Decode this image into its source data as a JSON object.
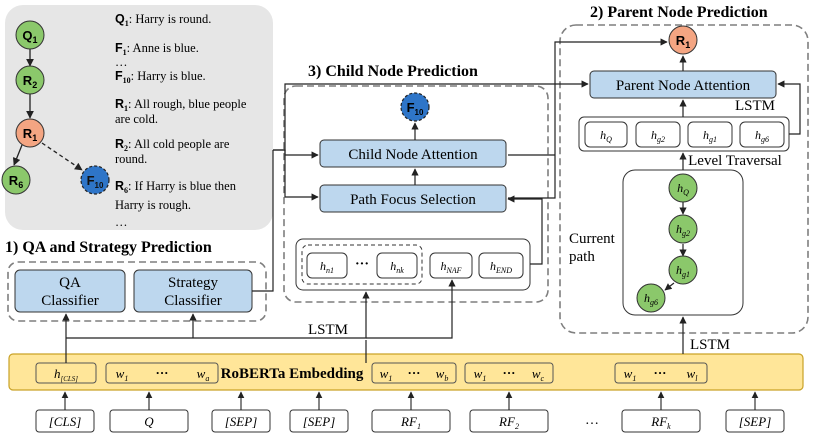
{
  "context": {
    "nodes": [
      {
        "id": "q1",
        "main": "Q",
        "sub": "1",
        "color": "#8bc86b"
      },
      {
        "id": "r2",
        "main": "R",
        "sub": "2",
        "color": "#8bc86b"
      },
      {
        "id": "r1",
        "main": "R",
        "sub": "1",
        "color": "#f4a582"
      },
      {
        "id": "r6",
        "main": "R",
        "sub": "6",
        "color": "#8bc86b"
      },
      {
        "id": "f10",
        "main": "F",
        "sub": "10",
        "color": "#2e75c8"
      }
    ],
    "sentences": [
      {
        "id": "s-q1",
        "main": "Q",
        "sub": "1",
        "text": ": Harry is round."
      },
      {
        "id": "s-f1",
        "main": "F",
        "sub": "1",
        "text": ": Anne is blue."
      },
      {
        "id": "s-dots1",
        "main": "…",
        "sub": "",
        "text": ""
      },
      {
        "id": "s-f10",
        "main": "F",
        "sub": "10",
        "text": ": Harry is blue."
      },
      {
        "id": "s-r1a",
        "main": "R",
        "sub": "1",
        "text": ": All rough, blue people"
      },
      {
        "id": "s-r1b",
        "main": "",
        "sub": "",
        "text": "are cold."
      },
      {
        "id": "s-r2a",
        "main": "R",
        "sub": "2",
        "text": ": All cold people are"
      },
      {
        "id": "s-r2b",
        "main": "",
        "sub": "",
        "text": "round."
      },
      {
        "id": "s-r6a",
        "main": "R",
        "sub": "6",
        "text": ": If Harry is blue then"
      },
      {
        "id": "s-r6b",
        "main": "",
        "sub": "",
        "text": "Harry is rough."
      },
      {
        "id": "s-dots2",
        "main": "…",
        "sub": "",
        "text": ""
      }
    ]
  },
  "titles": {
    "qa": "1) QA and Strategy Prediction",
    "parent": "2) Parent Node Prediction",
    "child": "3) Child Node Prediction"
  },
  "modules": {
    "qa_classifier": [
      "QA",
      "Classifier"
    ],
    "strategy_classifier": [
      "Strategy",
      "Classifier"
    ],
    "child_node_attention": "Child Node Attention",
    "path_focus_selection": "Path Focus Selection",
    "parent_node_attention": "Parent Node Attention",
    "roberta_embedding": "RoBERTa Embedding"
  },
  "labels": {
    "lstm_left": "LSTM",
    "lstm_parent": "LSTM",
    "lstm_bottom": "LSTM",
    "level_traversal": "Level Traversal",
    "current_path": [
      "Current",
      "path"
    ],
    "f10_out": {
      "main": "F",
      "sub": "10"
    },
    "r1_out": {
      "main": "R",
      "sub": "1"
    },
    "dots": "···",
    "ellipsis": "…"
  },
  "child_states": [
    {
      "id": "hn1",
      "main": "h",
      "sub": "n1"
    },
    {
      "id": "hnk",
      "main": "h",
      "sub": "nk"
    },
    {
      "id": "hnaf",
      "main": "h",
      "sub": "NAF"
    },
    {
      "id": "hend",
      "main": "h",
      "sub": "END"
    }
  ],
  "level_states": [
    {
      "id": "lv-hq",
      "main": "h",
      "sub": "Q"
    },
    {
      "id": "lv-hg2",
      "main": "h",
      "sub": "g2"
    },
    {
      "id": "lv-hg1",
      "main": "h",
      "sub": "g1"
    },
    {
      "id": "lv-hg6",
      "main": "h",
      "sub": "g6"
    }
  ],
  "path_nodes": [
    {
      "id": "p-hq",
      "main": "h",
      "sub": "Q"
    },
    {
      "id": "p-hg2",
      "main": "h",
      "sub": "g2"
    },
    {
      "id": "p-hg1",
      "main": "h",
      "sub": "g1"
    },
    {
      "id": "p-hg6",
      "main": "h",
      "sub": "g6"
    }
  ],
  "embedding_cells": [
    {
      "id": "cls",
      "first": {
        "main": "h",
        "sub": "[CLS]"
      },
      "last": null
    },
    {
      "id": "q",
      "first": {
        "main": "w",
        "sub": "1"
      },
      "last": {
        "main": "w",
        "sub": "a"
      }
    },
    {
      "id": "rf1",
      "first": {
        "main": "w",
        "sub": "1"
      },
      "last": {
        "main": "w",
        "sub": "b"
      }
    },
    {
      "id": "rf2",
      "first": {
        "main": "w",
        "sub": "1"
      },
      "last": {
        "main": "w",
        "sub": "c"
      }
    },
    {
      "id": "rfk",
      "first": {
        "main": "w",
        "sub": "1"
      },
      "last": {
        "main": "w",
        "sub": "l"
      }
    }
  ],
  "tokens": [
    {
      "id": "tok-cls",
      "main": "[CLS]",
      "sub": ""
    },
    {
      "id": "tok-q",
      "main": "Q",
      "sub": ""
    },
    {
      "id": "tok-sep1",
      "main": "[SEP]",
      "sub": ""
    },
    {
      "id": "tok-sep2",
      "main": "[SEP]",
      "sub": ""
    },
    {
      "id": "tok-rf1",
      "main": "RF",
      "sub": "1"
    },
    {
      "id": "tok-rf2",
      "main": "RF",
      "sub": "2"
    },
    {
      "id": "tok-dots",
      "main": "…",
      "sub": ""
    },
    {
      "id": "tok-rfk",
      "main": "RF",
      "sub": "k"
    },
    {
      "id": "tok-sep3",
      "main": "[SEP]",
      "sub": ""
    }
  ],
  "colors": {
    "module_fill": "#bdd7ee",
    "module_stroke": "#333333",
    "embedding_fill": "#ffe699",
    "embedding_stroke": "#c9a227",
    "context_bg": "#e6e6e6",
    "dashed": "#7f7f7f"
  }
}
